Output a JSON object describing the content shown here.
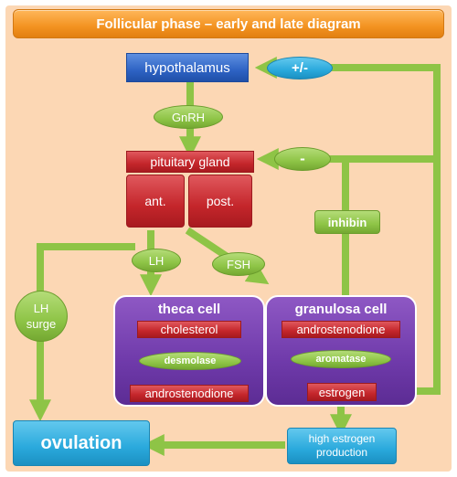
{
  "title": "Follicular phase – early and late diagram",
  "nodes": {
    "hypothalamus": "hypothalamus",
    "feedback_plus_minus": "+/-",
    "gnrh": "GnRH",
    "pituitary_gland": "pituitary gland",
    "feedback_minus": "-",
    "ant": "ant.",
    "post": "post.",
    "inhibin": "inhibin",
    "lh": "LH",
    "fsh": "FSH",
    "lh_surge": "LH\nsurge",
    "theca_cell": "theca cell",
    "cholesterol": "cholesterol",
    "desmolase": "desmolase",
    "androstenodione_theca": "androstenodione",
    "granulosa_cell": "granulosa cell",
    "androstenodione_granulosa": "androstenodione",
    "aromatase": "aromatase",
    "estrogen": "estrogen",
    "ovulation": "ovulation",
    "high_estrogen_production": "high estrogen production"
  },
  "colors": {
    "background": "#fcd7b4",
    "arrow_green": "#8ec446",
    "hypothalamus_blue": "#2e63c4",
    "pituitary_red": "#c4262b",
    "cell_purple": "#6f3aaa",
    "ovulation_cyan": "#2aa9dc",
    "title_orange": "#f39321"
  }
}
